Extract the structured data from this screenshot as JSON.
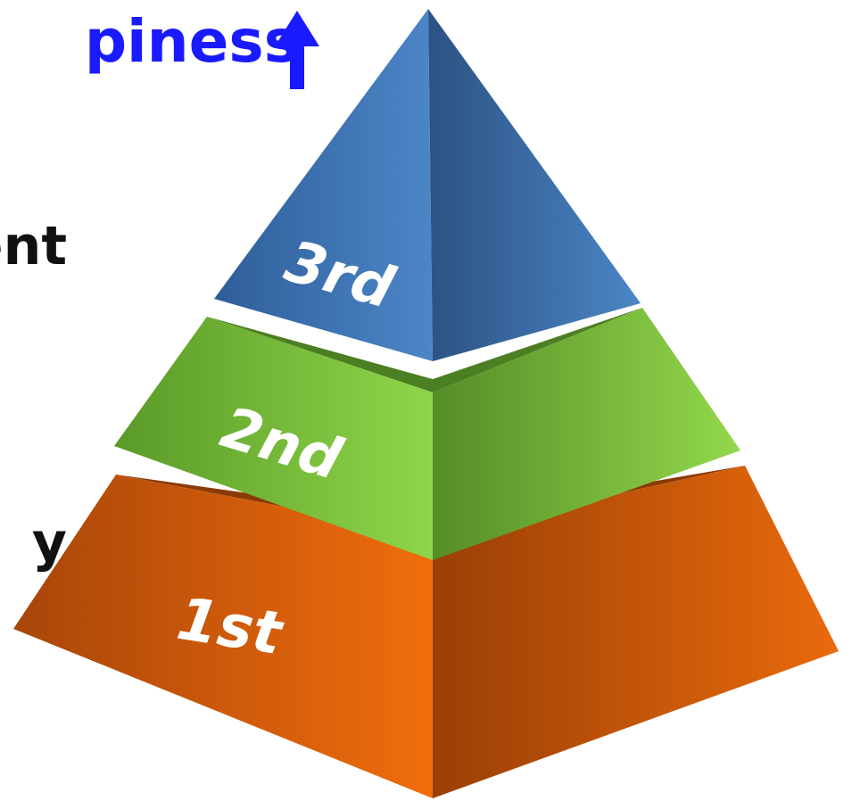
{
  "title_text": "piness",
  "title_color": "#1a1aff",
  "left_labels": {
    "middle": "ent",
    "lower": "y"
  },
  "tiers": {
    "top": {
      "label": "3rd",
      "color": "#3f77b8"
    },
    "middle": {
      "label": "2nd",
      "color": "#7cc142"
    },
    "bottom": {
      "label": "1st",
      "color": "#e16a10"
    }
  },
  "icons": {
    "up_arrow": "arrow-up-icon"
  }
}
